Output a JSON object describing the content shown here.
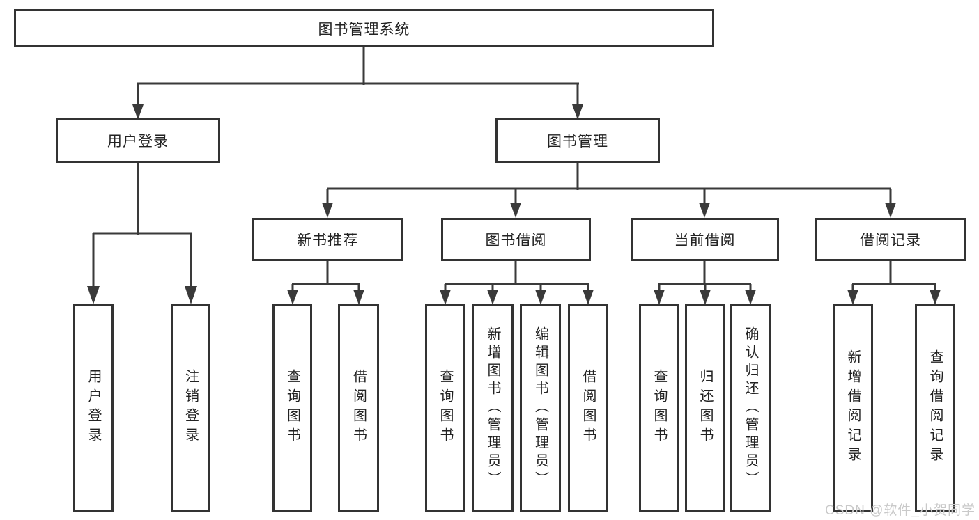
{
  "diagram": {
    "root": {
      "label": "图书管理系统"
    },
    "level1": [
      {
        "label": "用户登录"
      },
      {
        "label": "图书管理"
      }
    ],
    "level2": [
      {
        "label": "新书推荐"
      },
      {
        "label": "图书借阅"
      },
      {
        "label": "当前借阅"
      },
      {
        "label": "借阅记录"
      }
    ],
    "leaves": {
      "user_login": [
        {
          "label": "用户登录"
        },
        {
          "label": "注销登录"
        }
      ],
      "new_book": [
        {
          "label": "查询图书"
        },
        {
          "label": "借阅图书"
        }
      ],
      "book_borrow": [
        {
          "label": "查询图书"
        },
        {
          "label": "新增图书（管理员）"
        },
        {
          "label": "编辑图书（管理员）"
        },
        {
          "label": "借阅图书"
        }
      ],
      "current_borrow": [
        {
          "label": "查询图书"
        },
        {
          "label": "归还图书"
        },
        {
          "label": "确认归还（管理员）"
        }
      ],
      "borrow_record": [
        {
          "label": "新增借阅记录"
        },
        {
          "label": "查询借阅记录"
        }
      ]
    },
    "colors": {
      "line": "#3a3a3a",
      "box_border": "#333333",
      "text": "#222222",
      "background": "#ffffff",
      "watermark": "#c9c9c9"
    }
  },
  "watermark": {
    "text": "CSDN @软件_小贺同学"
  }
}
